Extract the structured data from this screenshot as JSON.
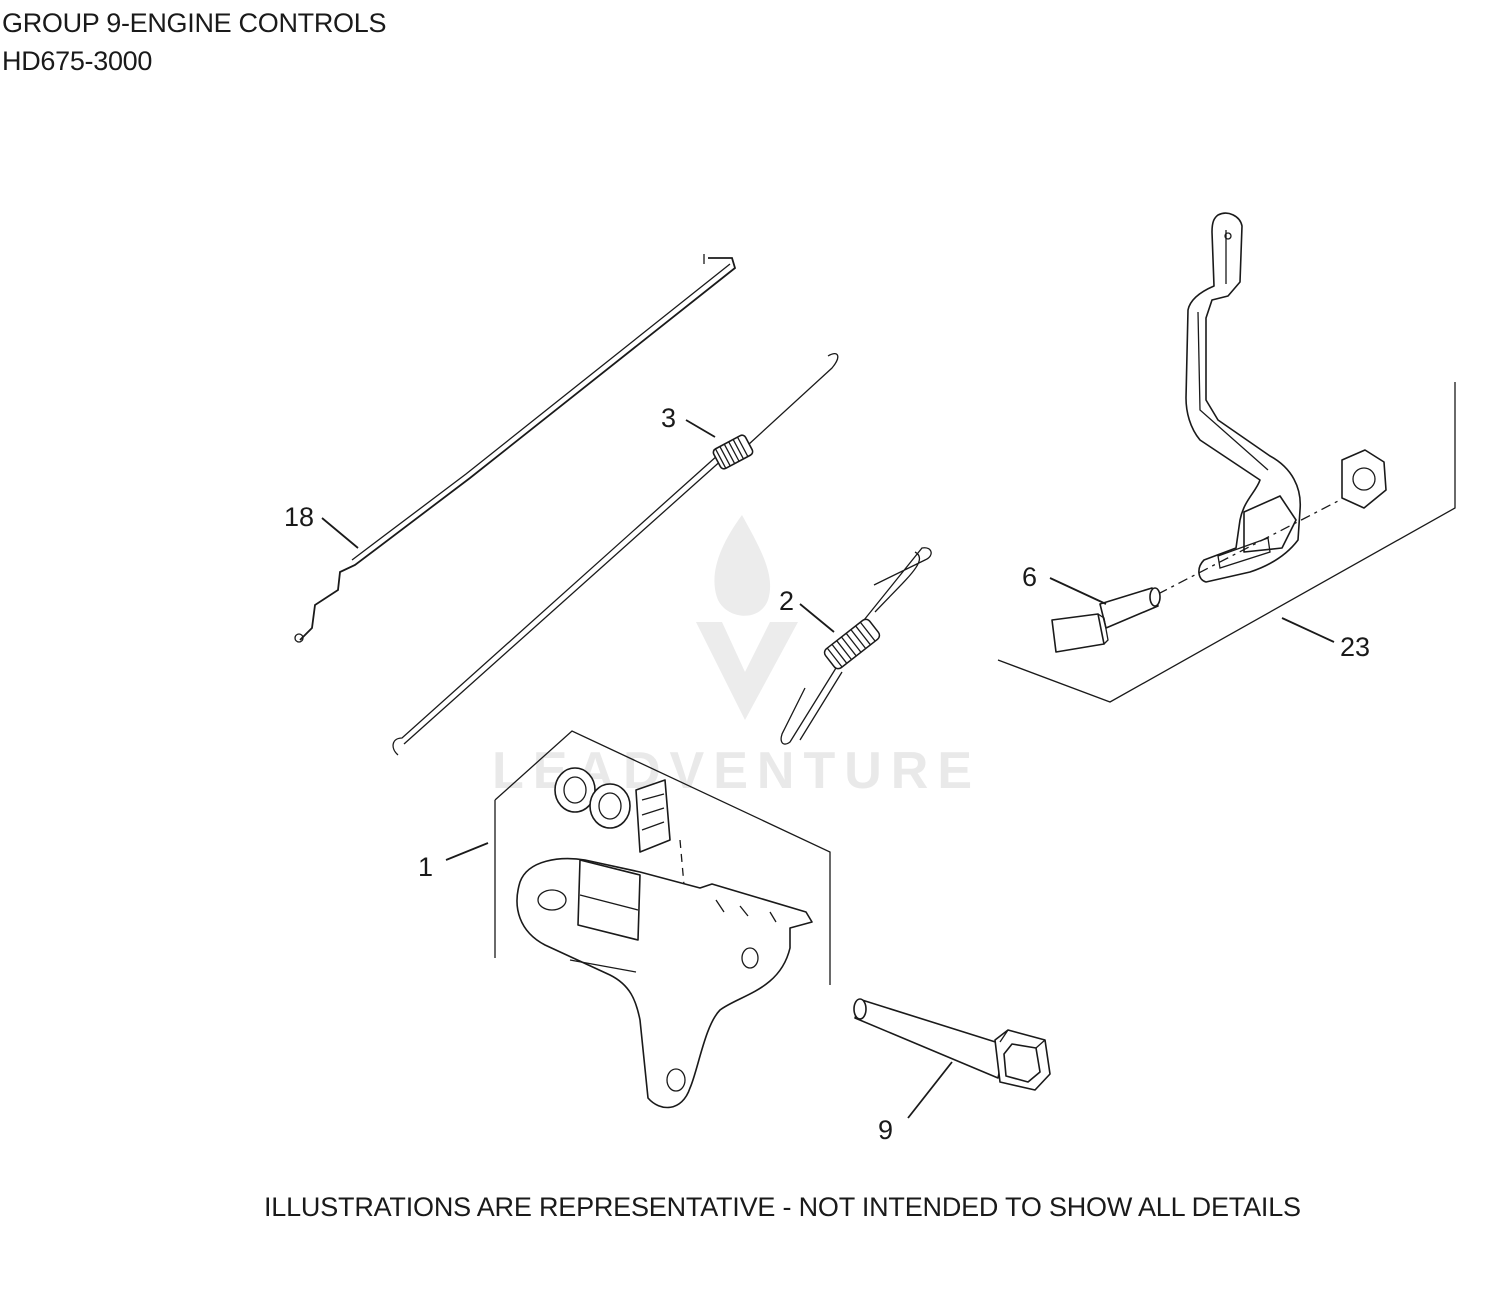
{
  "header": {
    "title": "GROUP 9-ENGINE CONTROLS",
    "model": "HD675-3000"
  },
  "footer": {
    "disclaimer": "ILLUSTRATIONS ARE REPRESENTATIVE - NOT INTENDED TO SHOW ALL DETAILS"
  },
  "watermark": {
    "brand": "LEADVENTURE"
  },
  "callouts": {
    "c1": "1",
    "c2": "2",
    "c3": "3",
    "c6": "6",
    "c9": "9",
    "c18": "18",
    "c23": "23"
  }
}
